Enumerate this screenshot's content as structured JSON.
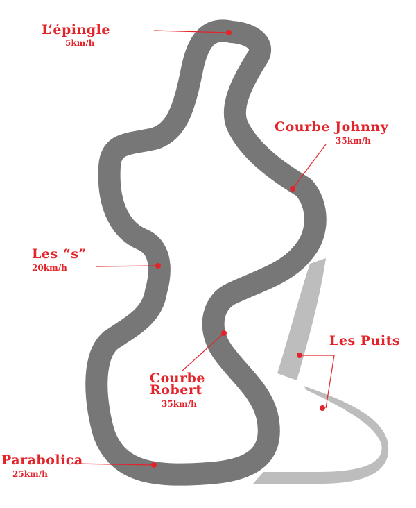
{
  "colors": {
    "track": "#777777",
    "alternate_track": "#bdbdbd",
    "label": "#e3242b",
    "leader": "#e3242b"
  },
  "labels": {
    "epingle": {
      "name": "L’épingle",
      "speed": "5km/h"
    },
    "johnny": {
      "name": "Courbe Johnny",
      "speed": "35km/h"
    },
    "les_s": {
      "name": "Les “s”",
      "speed": "20km/h"
    },
    "puits": {
      "name": "Les Puits"
    },
    "robert": {
      "name_line1": "Courbe",
      "name_line2": "Robert",
      "speed": "35km/h"
    },
    "parabolica": {
      "name": "Parabolica",
      "speed": "25km/h"
    }
  }
}
